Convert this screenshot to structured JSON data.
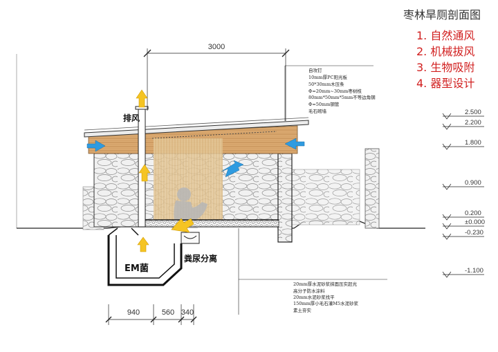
{
  "title": "枣林旱厕剖面图",
  "principles": [
    "1. 自然通风",
    "2. 机械拔风",
    "3. 生物吸附",
    "4. 器型设计"
  ],
  "dimensions": {
    "top": "3000",
    "bottom": [
      "940",
      "560",
      "340"
    ]
  },
  "elevations": [
    "2.500",
    "2.200",
    "1.800",
    "0.900",
    "0.200",
    "±0.000",
    "-0.230",
    "-1.100"
  ],
  "roof_notes": [
    "自攻钉",
    "10mm厚PC阳光板",
    "50*30mm木压条",
    "Φ=20mm~30mm枣树枝",
    "80mm*50mm*5mm不等边角钢",
    "Φ=50mm钢管",
    "毛石砌墙"
  ],
  "floor_notes": [
    "20mm厚水泥砂浆抹面压实赶光",
    "高分子防水涂料",
    "20mm水泥砂浆找平",
    "150mm厚小毛石灌M5水泥砂浆",
    "素土夯实"
  ],
  "labels": {
    "exhaust": "排风",
    "em": "EM菌",
    "separation": "粪尿分离"
  },
  "colors": {
    "up_arrow": "#f5c423",
    "in_arrow": "#2f9be0",
    "wood": "#d9a56a",
    "stone_fill": "#eeeeee",
    "title": "#d11e1e"
  }
}
